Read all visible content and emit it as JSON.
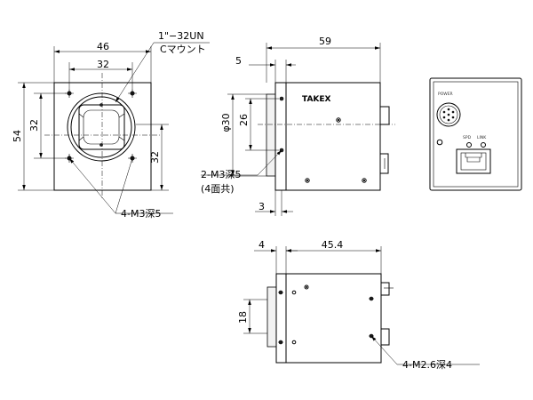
{
  "front_view": {
    "width_label": "46",
    "hole_pitch_top_label": "32",
    "height_label": "54",
    "hole_pitch_left_label": "32",
    "hole_pitch_right_label": "32",
    "mount_thread_label": "1\"−32UN",
    "mount_type_label": "Cマウント",
    "tapped_hole_label": "4-M3深5"
  },
  "side_view": {
    "length_label": "59",
    "flange_label": "5",
    "diameter_label": "φ30",
    "hole_pitch_label": "26",
    "tapped_hole_label": "2-M3深5",
    "tapped_hole_note": "(4面共)",
    "offset_label": "3",
    "brand_logo": "TAKEX"
  },
  "rear_view": {
    "power_label": "POWER",
    "spd_label": "SPD",
    "link_label": "LINK"
  },
  "bottom_view": {
    "flange_label": "4",
    "length_label": "45.4",
    "hole_pitch_label": "18",
    "tapped_hole_label": "4-M2.6深4"
  }
}
